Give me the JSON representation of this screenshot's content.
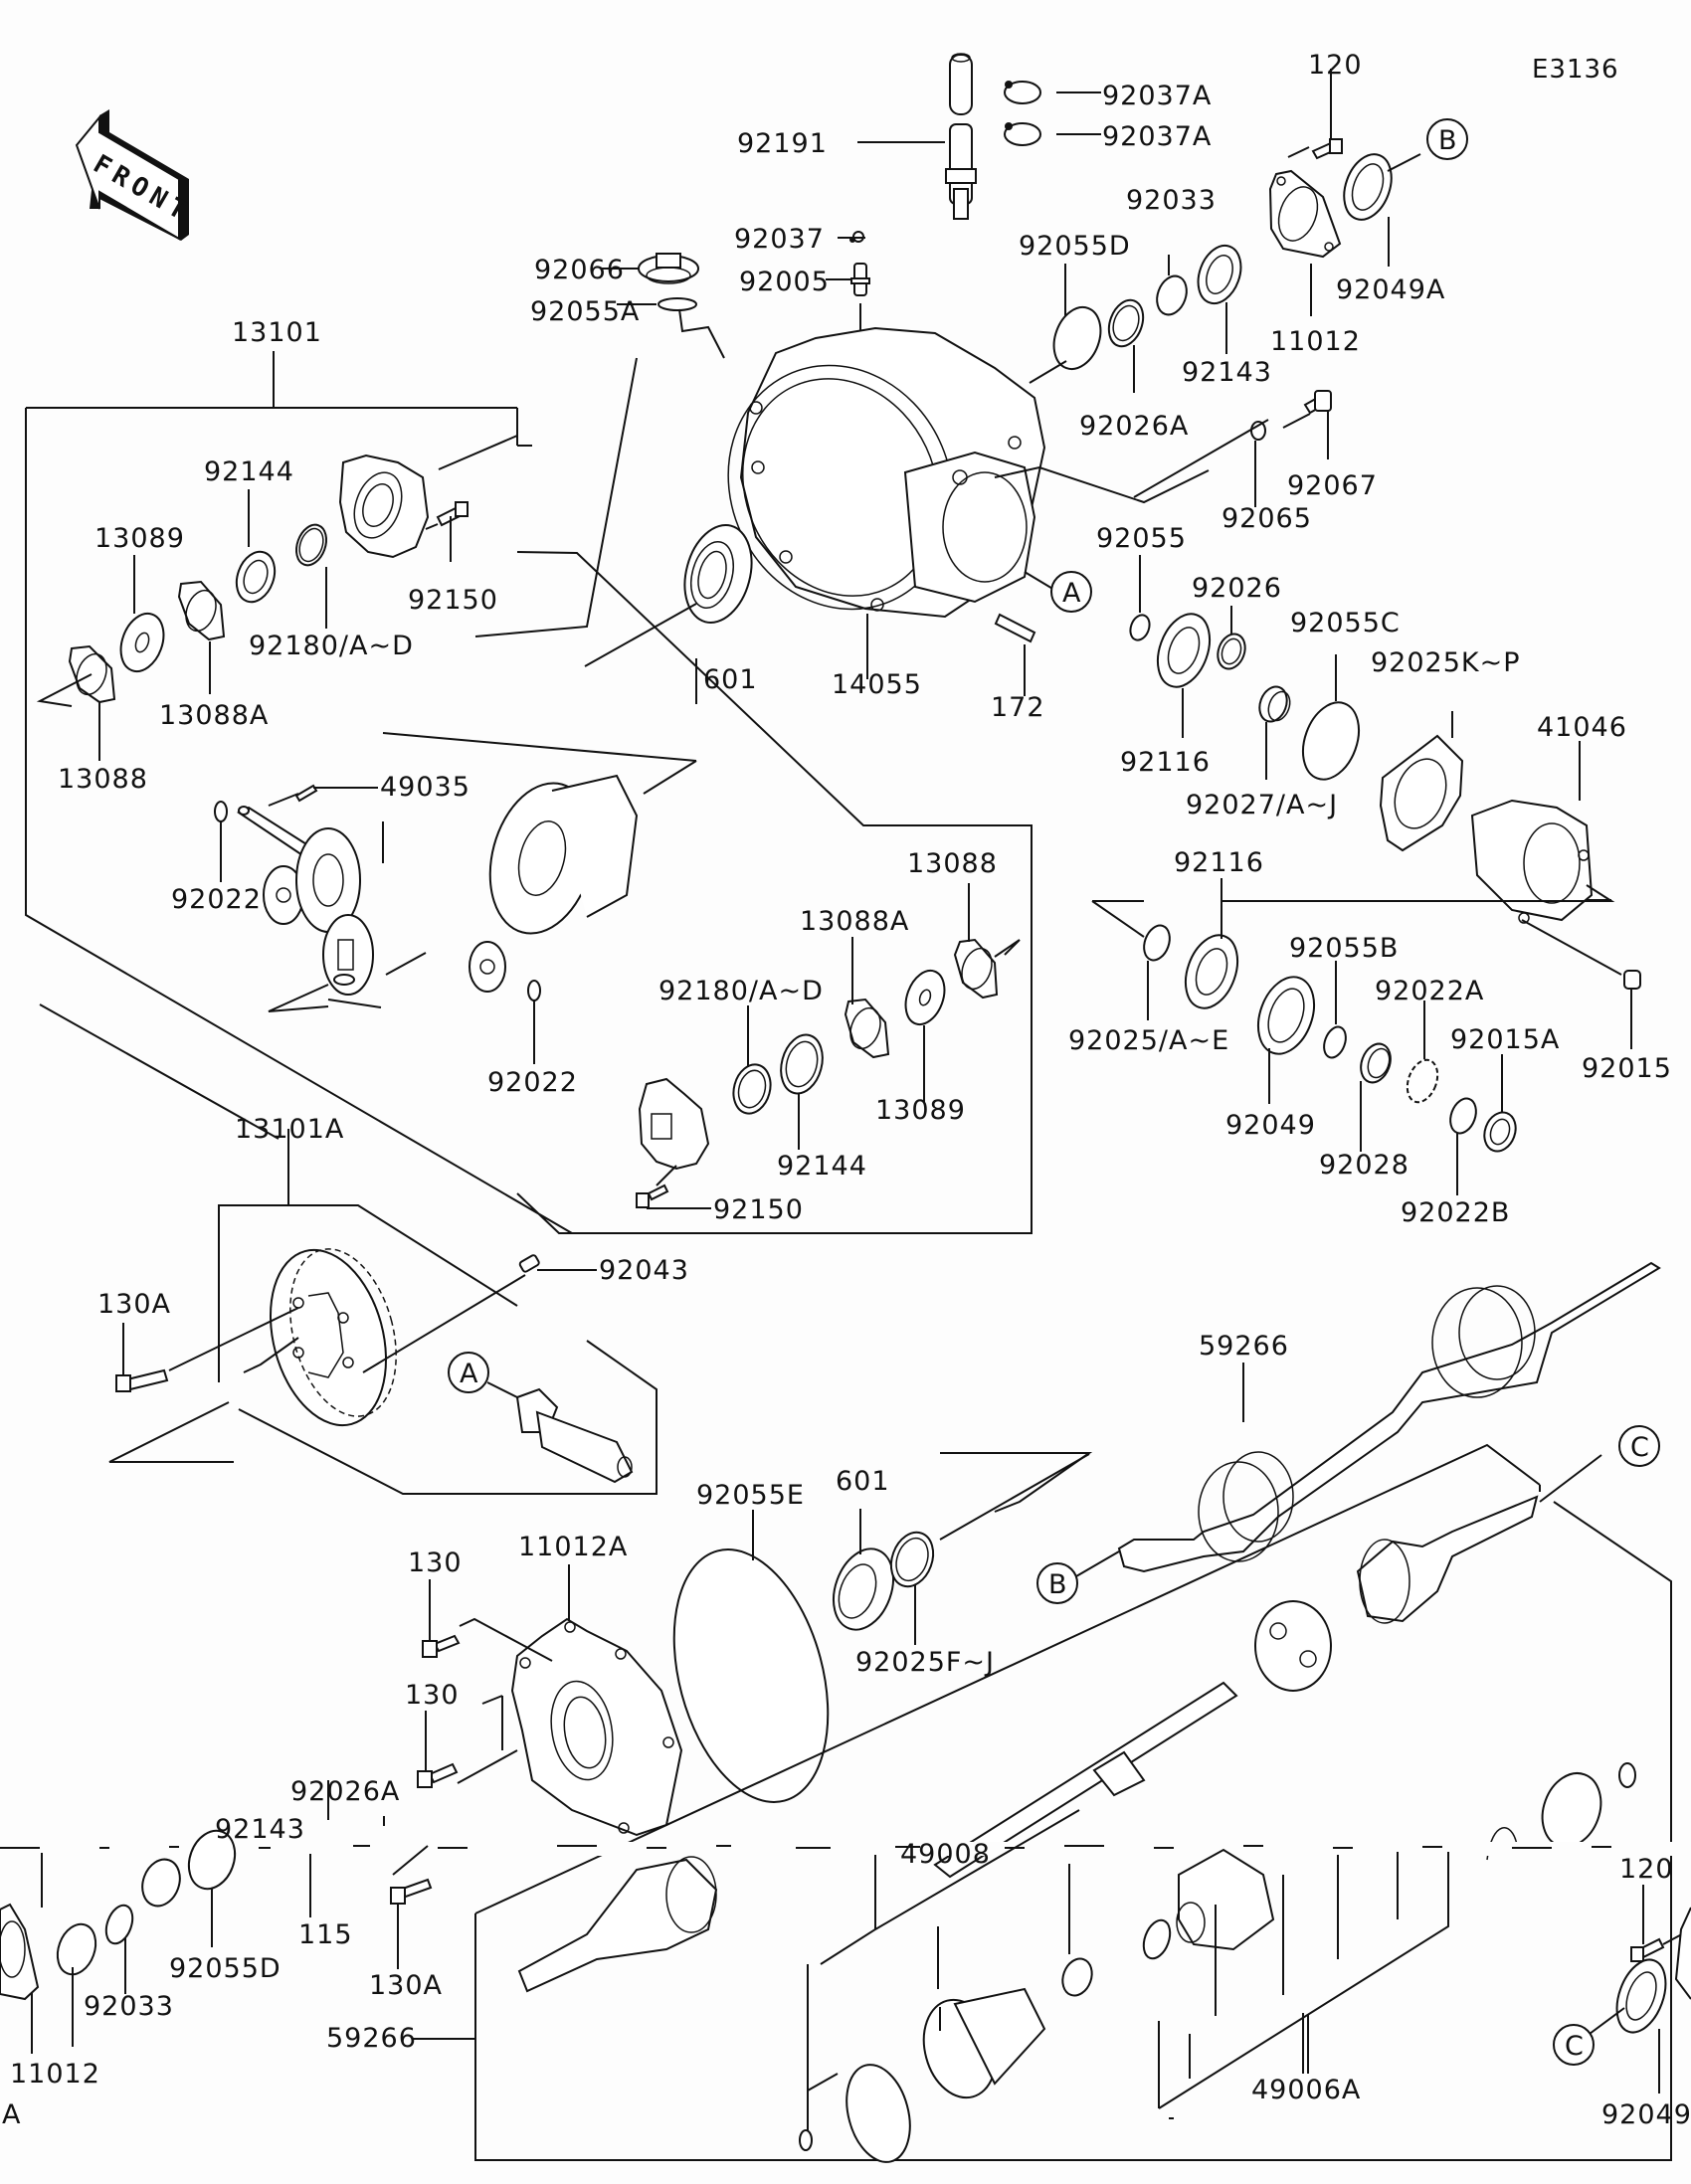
{
  "diagram": {
    "code": "E3136",
    "front_arrow_label": "FRONT",
    "reference_markers": [
      "A",
      "B",
      "C"
    ],
    "callouts": [
      {
        "id": "c-92037A-1",
        "label": "92037A"
      },
      {
        "id": "c-92037A-2",
        "label": "92037A"
      },
      {
        "id": "c-92191",
        "label": "92191"
      },
      {
        "id": "c-92037",
        "label": "92037"
      },
      {
        "id": "c-92005",
        "label": "92005"
      },
      {
        "id": "c-92066",
        "label": "92066"
      },
      {
        "id": "c-92055A",
        "label": "92055A"
      },
      {
        "id": "c-92055D-top",
        "label": "92055D"
      },
      {
        "id": "c-92033-top",
        "label": "92033"
      },
      {
        "id": "c-92143-top",
        "label": "92143"
      },
      {
        "id": "c-92026A-top",
        "label": "92026A"
      },
      {
        "id": "c-120-top",
        "label": "120"
      },
      {
        "id": "c-11012-top",
        "label": "11012"
      },
      {
        "id": "c-92049A",
        "label": "92049A"
      },
      {
        "id": "c-92067",
        "label": "92067"
      },
      {
        "id": "c-92065",
        "label": "92065"
      },
      {
        "id": "c-13101",
        "label": "13101"
      },
      {
        "id": "c-92144-a",
        "label": "92144"
      },
      {
        "id": "c-13089-a",
        "label": "13089"
      },
      {
        "id": "c-92180-a",
        "label": "92180/A~D"
      },
      {
        "id": "c-92150-a",
        "label": "92150"
      },
      {
        "id": "c-13088A-a",
        "label": "13088A"
      },
      {
        "id": "c-13088-a",
        "label": "13088"
      },
      {
        "id": "c-601-top",
        "label": "601"
      },
      {
        "id": "c-14055",
        "label": "14055"
      },
      {
        "id": "c-172",
        "label": "172"
      },
      {
        "id": "c-92055",
        "label": "92055"
      },
      {
        "id": "c-92026",
        "label": "92026"
      },
      {
        "id": "c-92055C",
        "label": "92055C"
      },
      {
        "id": "c-92025KP",
        "label": "92025K~P"
      },
      {
        "id": "c-92116-a",
        "label": "92116"
      },
      {
        "id": "c-92027",
        "label": "92027/A~J"
      },
      {
        "id": "c-41046",
        "label": "41046"
      },
      {
        "id": "c-49035",
        "label": "49035"
      },
      {
        "id": "c-92022-a",
        "label": "92022"
      },
      {
        "id": "c-92022-b",
        "label": "92022"
      },
      {
        "id": "c-13088-b",
        "label": "13088"
      },
      {
        "id": "c-13088A-b",
        "label": "13088A"
      },
      {
        "id": "c-92180-b",
        "label": "92180/A~D"
      },
      {
        "id": "c-92144-b",
        "label": "92144"
      },
      {
        "id": "c-13089-b",
        "label": "13089"
      },
      {
        "id": "c-92150-b",
        "label": "92150"
      },
      {
        "id": "c-92116-b",
        "label": "92116"
      },
      {
        "id": "c-92025AE",
        "label": "92025/A~E"
      },
      {
        "id": "c-92055B",
        "label": "92055B"
      },
      {
        "id": "c-92022A",
        "label": "92022A"
      },
      {
        "id": "c-92015A",
        "label": "92015A"
      },
      {
        "id": "c-92015",
        "label": "92015"
      },
      {
        "id": "c-92049-a",
        "label": "92049"
      },
      {
        "id": "c-92028",
        "label": "92028"
      },
      {
        "id": "c-92022B",
        "label": "92022B"
      },
      {
        "id": "c-13101A",
        "label": "13101A"
      },
      {
        "id": "c-92043",
        "label": "92043"
      },
      {
        "id": "c-130A-a",
        "label": "130A"
      },
      {
        "id": "c-59266-a",
        "label": "59266"
      },
      {
        "id": "c-92055E",
        "label": "92055E"
      },
      {
        "id": "c-601-b",
        "label": "601"
      },
      {
        "id": "c-92025FJ",
        "label": "92025F~J"
      },
      {
        "id": "c-11012A",
        "label": "11012A"
      },
      {
        "id": "c-130-a",
        "label": "130"
      },
      {
        "id": "c-130-b",
        "label": "130"
      },
      {
        "id": "c-92026A-b",
        "label": "92026A"
      },
      {
        "id": "c-92143-b",
        "label": "92143"
      },
      {
        "id": "c-115",
        "label": "115"
      },
      {
        "id": "c-92055D-b",
        "label": "92055D"
      },
      {
        "id": "c-92033-b",
        "label": "92033"
      },
      {
        "id": "c-11012-b",
        "label": "11012"
      },
      {
        "id": "c-A-edge",
        "label": "A"
      },
      {
        "id": "c-130A-b",
        "label": "130A"
      },
      {
        "id": "c-59266-b",
        "label": "59266"
      },
      {
        "id": "c-49008",
        "label": "49008"
      },
      {
        "id": "c-49006A",
        "label": "49006A"
      },
      {
        "id": "c-120-b",
        "label": "120"
      },
      {
        "id": "c-92049-b",
        "label": "92049"
      }
    ]
  }
}
